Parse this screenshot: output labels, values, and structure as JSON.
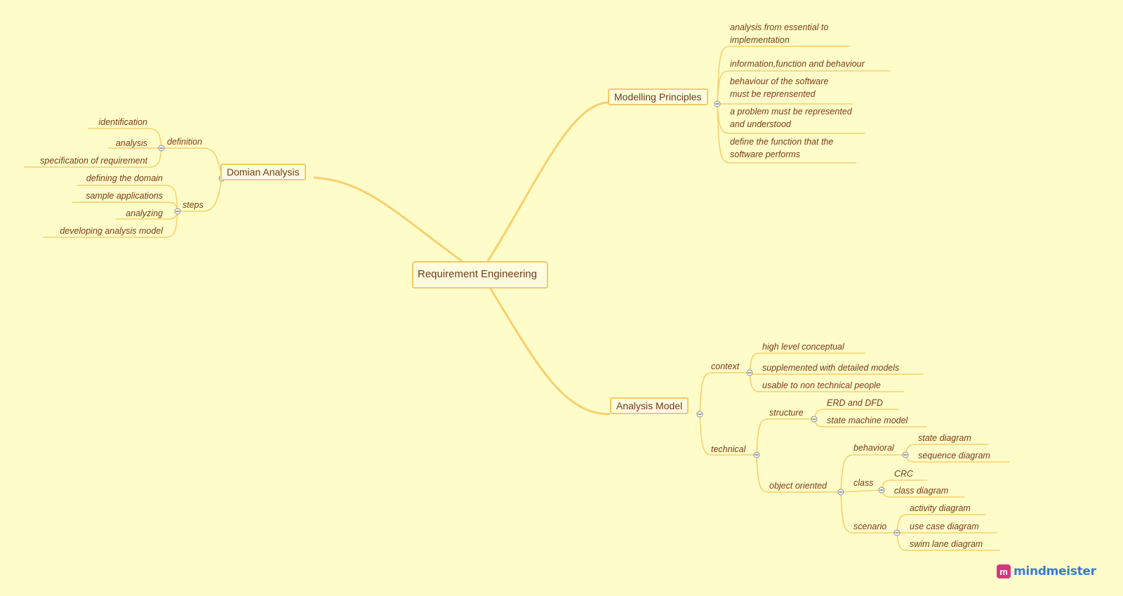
{
  "root": "Requirement Engineering",
  "branches": {
    "modelling": {
      "label": "Modelling Principles",
      "items": [
        "analysis from essential to implementation",
        "information,function and behaviour",
        "behaviour of the software must be reprensented",
        "a problem must be represented and understood",
        "define the function that the software performs"
      ]
    },
    "domain": {
      "label": "Domian Analysis",
      "definition": {
        "label": "definition",
        "items": [
          "identification",
          "analysis",
          "specification of requirement"
        ]
      },
      "steps": {
        "label": "steps",
        "items": [
          "defining the domain",
          "sample applications",
          "analyzing",
          "developing analysis model"
        ]
      }
    },
    "analysis": {
      "label": "Analysis Model",
      "context": {
        "label": "context",
        "items": [
          "high level conceptual",
          "supplemented with detailed models",
          "usable to non technical people"
        ]
      },
      "technical": {
        "label": "technical",
        "structure": {
          "label": "structure",
          "items": [
            "ERD and DFD",
            "state machine model"
          ]
        },
        "object_oriented": {
          "label": "object oriented",
          "behavioral": {
            "label": "behavioral",
            "items": [
              "state diagram",
              "sequence diagram"
            ]
          },
          "class": {
            "label": "class",
            "items": [
              "CRC",
              "class diagram"
            ]
          },
          "scenario": {
            "label": "scenario",
            "items": [
              "activity diagram",
              "use case diagram",
              "swim lane diagram"
            ]
          }
        }
      }
    }
  },
  "brand": {
    "mark": "m",
    "name": "mindmeister"
  },
  "colors": {
    "background": "#fefdc9",
    "connector": "#f9cf6e",
    "text": "#7a3a16"
  }
}
